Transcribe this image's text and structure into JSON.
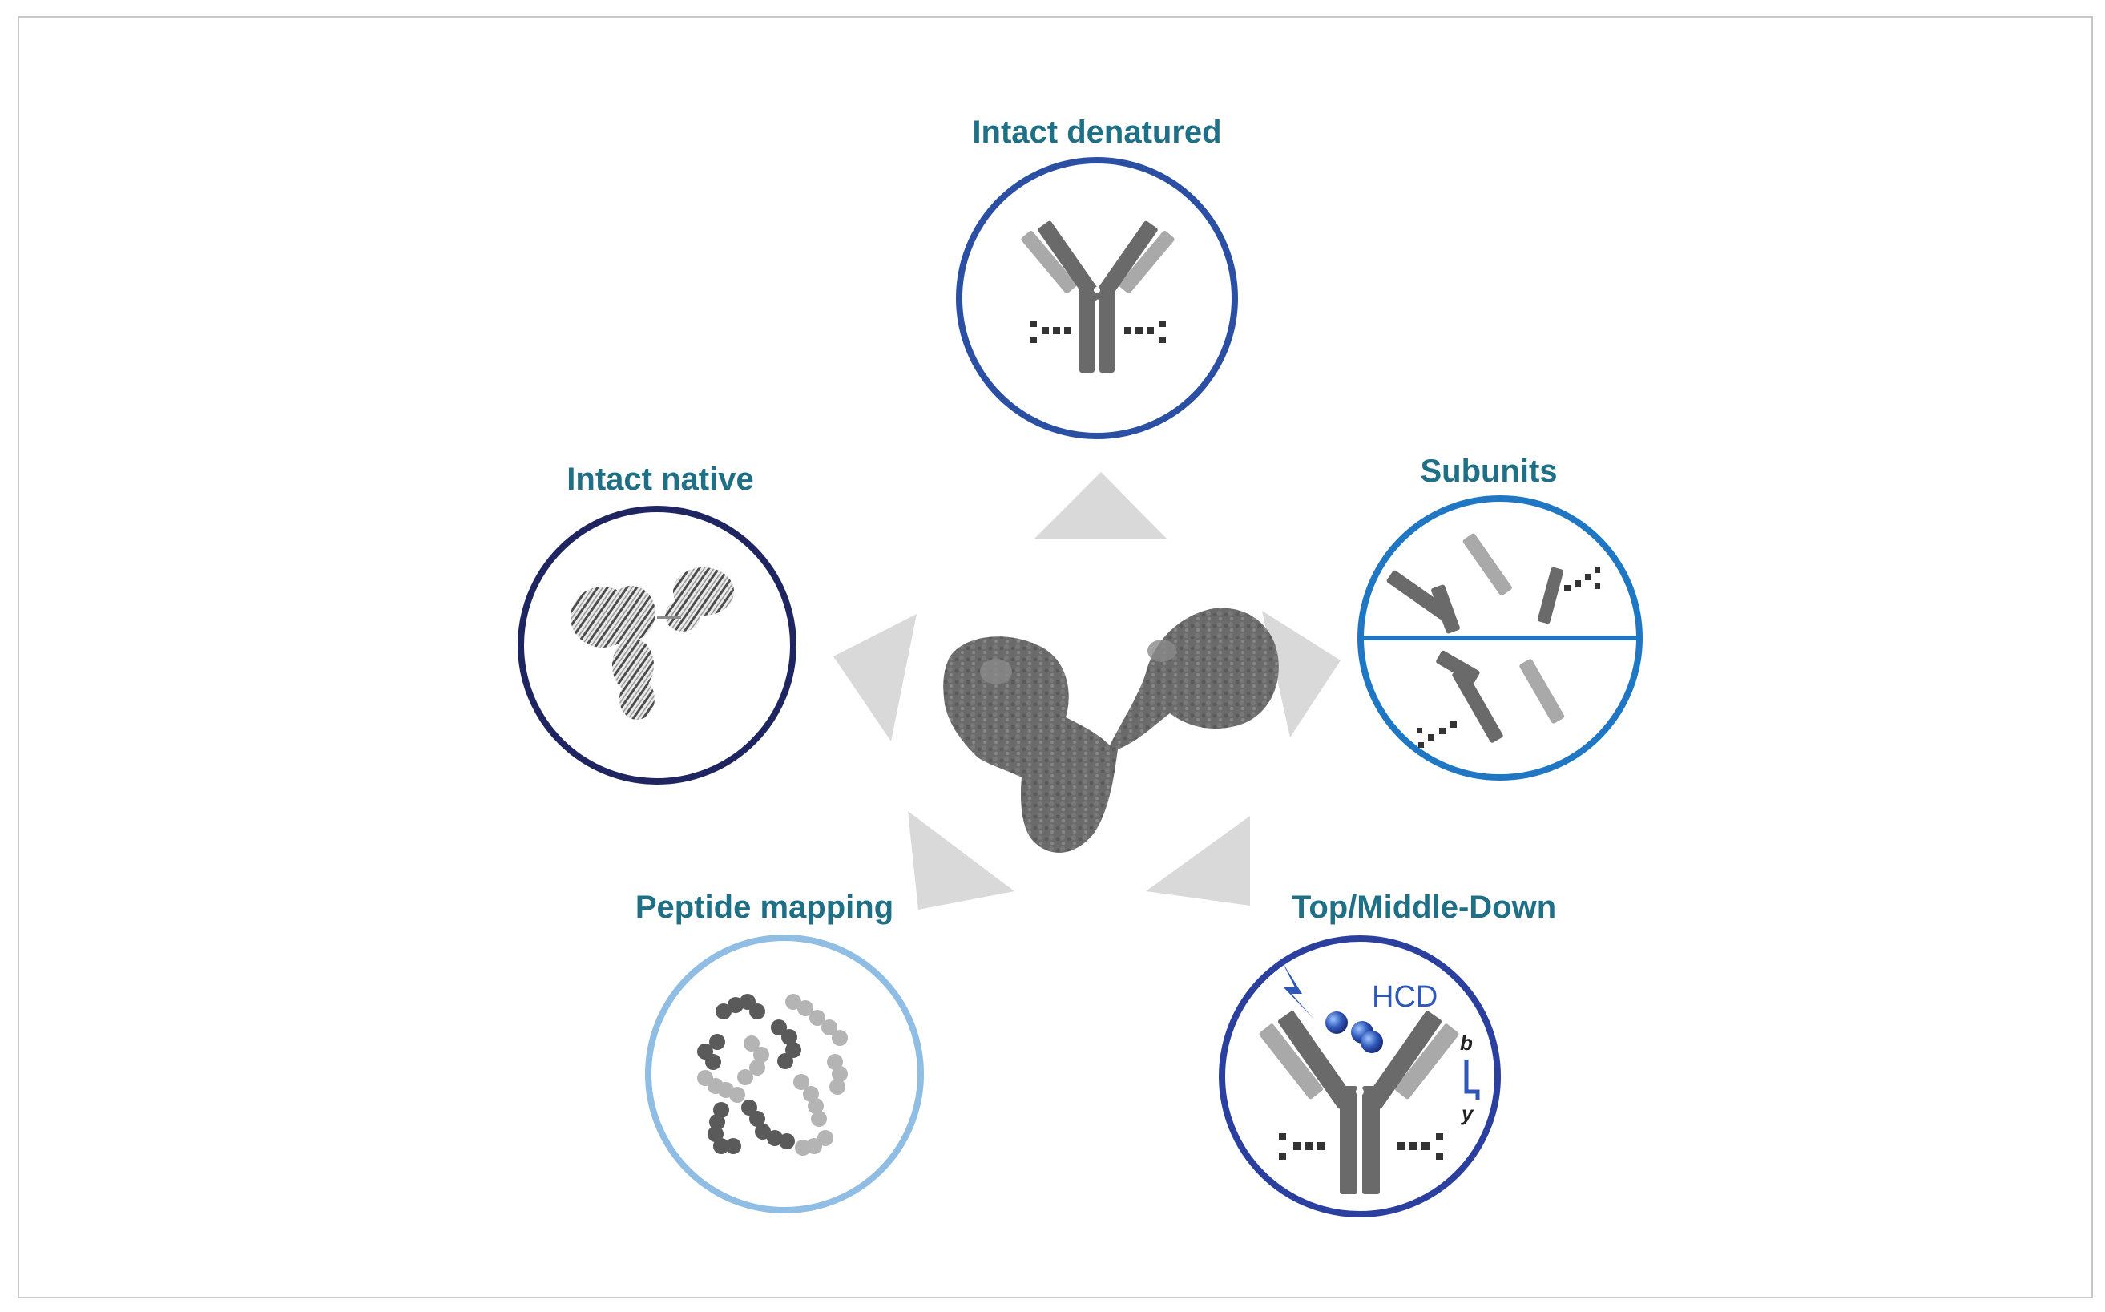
{
  "labels": {
    "intact_denatured": "Intact denatured",
    "intact_native": "Intact native",
    "subunits": "Subunits",
    "peptide_mapping": "Peptide mapping",
    "top_middle_down": "Top/Middle-Down"
  },
  "hcd": {
    "text": "HCD",
    "b": "b",
    "y": "y"
  },
  "colors": {
    "label_text": "#1f6f86",
    "intact_denatured_ring": "#2b4fa3",
    "intact_native_ring": "#1f2560",
    "subunits_ring": "#1f77c4",
    "peptide_mapping_ring": "#8fbde3",
    "top_middle_down_ring": "#2b3f9e",
    "arrow_fill": "#d9d9d9",
    "antibody_dark": "#5e5e5e",
    "antibody_light": "#a9a9a9",
    "hcd_blue": "#2f57b8"
  }
}
